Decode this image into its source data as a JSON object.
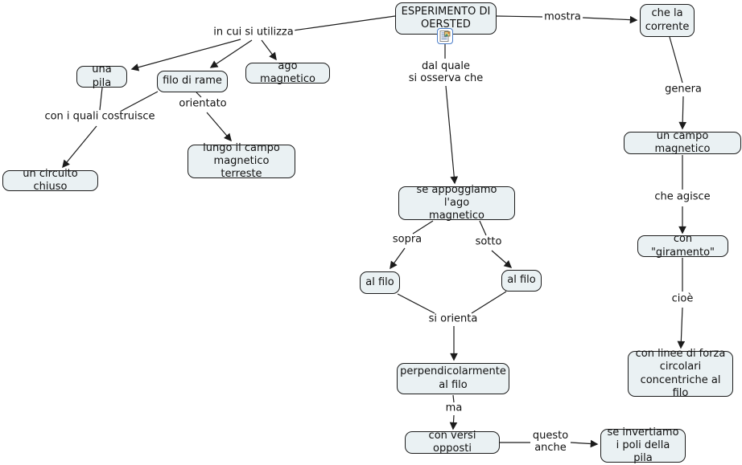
{
  "colors": {
    "node_fill": "#eaf1f3",
    "node_border": "#1c1c1c",
    "line": "#1c1c1c",
    "icon_border": "#4a7dc9",
    "bg": "#ffffff"
  },
  "nodes": {
    "esperimento": "ESPERIMENTO DI\nOERSTED",
    "che_la_corrente": "che la\ncorrente",
    "una_pila": "una pila",
    "filo_di_rame": "filo di rame",
    "ago_magnetico": "ago magnetico",
    "lungo_campo": "lungo il campo\nmagnetico terreste",
    "circuito_chiuso": "un circuito chiuso",
    "campo_magnetico": "un campo magnetico",
    "giramento": "con \"giramento\"",
    "linee_forza": "con linee di forza\ncircolari\nconcentriche al filo",
    "se_appoggiamo": "se appoggiamo l'ago\nmagnetico",
    "al_filo_sinistra": "al filo",
    "al_filo_destra": "al filo",
    "perpendicolarmente": "perpendicolarmente\nal filo",
    "versi_opposti": "con versi opposti",
    "se_invertiamo": "se invertiamo\ni poli della pila"
  },
  "links": {
    "in_cui_si_utilizza": "in cui si utilizza",
    "mostra": "mostra",
    "dal_quale": "dal quale\nsi osserva che",
    "genera": "genera",
    "che_agisce": "che agisce",
    "cioe": "cioè",
    "orientato": "orientato",
    "con_i_quali": "con i quali costruisce",
    "sopra": "sopra",
    "sotto": "sotto",
    "si_orienta": "si orienta",
    "ma": "ma",
    "questo_anche": "questo\nanche"
  },
  "icons": {
    "resource": "document-image-resource-icon"
  }
}
